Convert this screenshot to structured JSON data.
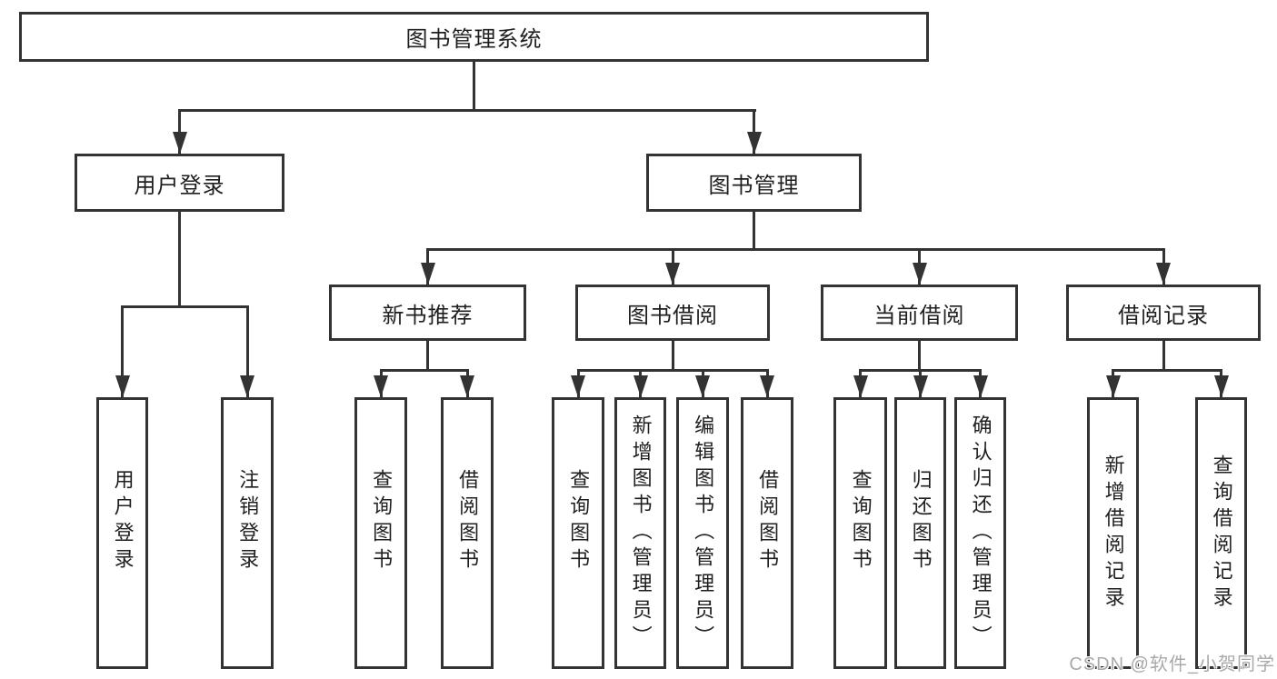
{
  "diagram": {
    "root": {
      "label": "图书管理系统"
    },
    "level2": [
      {
        "label": "用户登录"
      },
      {
        "label": "图书管理"
      }
    ],
    "level3": [
      {
        "label": "新书推荐"
      },
      {
        "label": "图书借阅"
      },
      {
        "label": "当前借阅"
      },
      {
        "label": "借阅记录"
      }
    ],
    "leaves": {
      "user_login": [
        "用户登录",
        "注销登录"
      ],
      "new_book": [
        "查询图书",
        "借阅图书"
      ],
      "book_borrow": [
        "查询图书",
        "新增图书（管理员）",
        "编辑图书（管理员）",
        "借阅图书"
      ],
      "current_borrow": [
        "查询图书",
        "归还图书",
        "确认归还（管理员）"
      ],
      "borrow_records": [
        "新增借阅记录",
        "查询借阅记录"
      ]
    }
  },
  "watermark": {
    "text": "CSDN @软件_小贺同学"
  },
  "colors": {
    "line": "#333333",
    "text": "#1f1f1f",
    "box_background": "#ffffff",
    "page_background": "#ffffff",
    "watermark": "#a9a9a9"
  }
}
